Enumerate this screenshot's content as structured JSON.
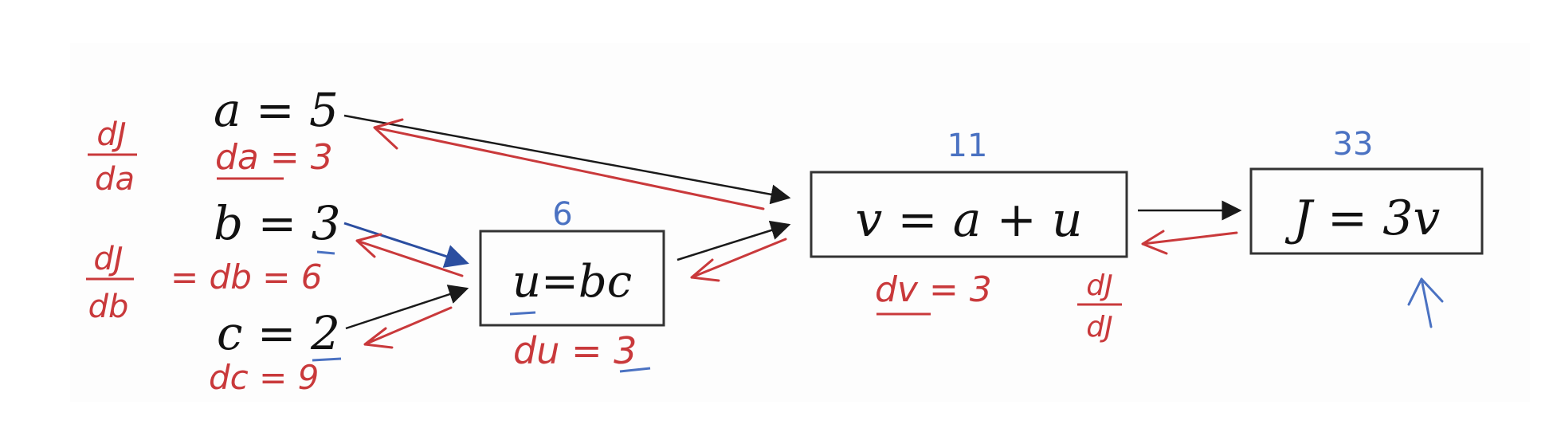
{
  "inputs": {
    "a": "a = 5",
    "b": "b = 3",
    "c": "c = 2"
  },
  "nodes": {
    "u": {
      "label": "u=bc",
      "value": "6"
    },
    "v": {
      "label": "v = a + u",
      "value": "11"
    },
    "J": {
      "label": "J = 3v",
      "value": "33"
    }
  },
  "annotations": {
    "dJ_da_num": "dJ",
    "dJ_da_den": "da",
    "da": "da = 3",
    "dJ_db_num": "dJ",
    "dJ_db_den": "db",
    "db": "= db = 6",
    "dc": "dc = 9",
    "du": "du = 3",
    "dv": "dv = 3",
    "dJ_dJ_num": "dJ",
    "dJ_dJ_den": "dJ"
  },
  "colors": {
    "forward": "#1a1a1a",
    "backward": "#c9393b",
    "value": "#4b72c2"
  }
}
